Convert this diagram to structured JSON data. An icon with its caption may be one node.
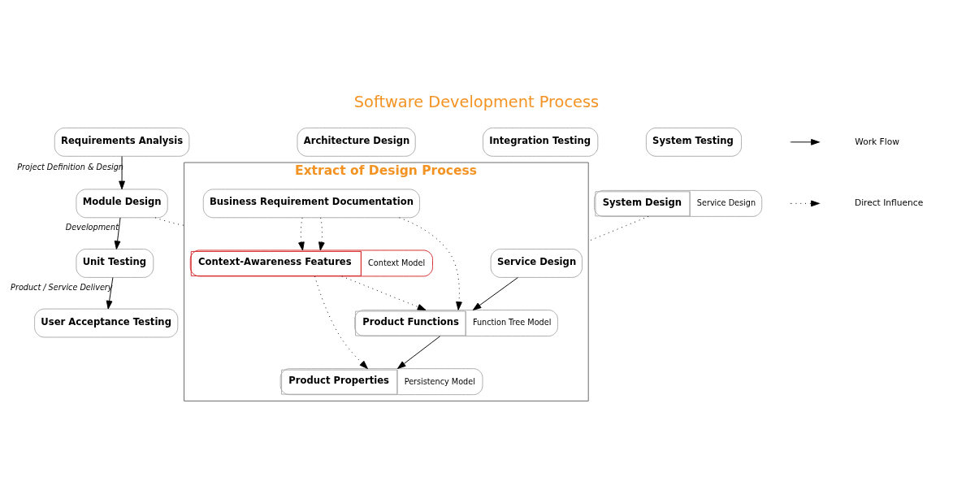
{
  "diagram": {
    "title": "Software Development Process",
    "nodes": [
      {
        "text": [
          "Requirements Analysis"
        ]
      },
      {
        "text": [
          "System Design",
          "Service Design"
        ]
      },
      {
        "text": [
          "Architecture Design"
        ]
      },
      {
        "text": [
          "Module Design"
        ]
      },
      {
        "text": [
          "Unit Testing"
        ]
      },
      {
        "text": [
          "Integration Testing"
        ]
      },
      {
        "text": [
          "System Testing"
        ]
      },
      {
        "text": [
          "User Acceptance Testing"
        ]
      },
      {
        "text": [
          "Extract of Design Process"
        ]
      },
      {
        "text": [
          "Service Design"
        ],
        "in": 8
      },
      {
        "text": [
          "Business Requirement Documentation"
        ],
        "in": 8
      },
      {
        "text": [
          "Context-Awareness Features",
          "Context Model"
        ],
        "in": 8
      },
      {
        "text": [
          "Product Functions",
          "Function Tree Model"
        ],
        "in": 8
      },
      {
        "text": [
          "Product Properties",
          "Persistency Model"
        ],
        "in": 8
      }
    ],
    "edges": [
      {
        "from": 0,
        "to": 3,
        "arrow": "to",
        "label": "Project Definition & Design"
      },
      {
        "from": 3,
        "to": 4,
        "arrow": "to",
        "label": "Development"
      },
      {
        "from": 4,
        "to": 7,
        "arrow": "to",
        "label": "Product / Service Delivery"
      },
      {
        "from": 1,
        "to": 8,
        "arrow": "none",
        "style": "dashed"
      },
      {
        "from": 3,
        "to": 8,
        "arrow": "none",
        "style": "dashed"
      },
      {
        "from": 9,
        "to": 12,
        "arrow": "to"
      },
      {
        "from": 10,
        "to": 12,
        "arrow": "to",
        "style": "dashed"
      },
      {
        "from": 10,
        "to": 11,
        "arrow": "to",
        "style": "dashed"
      },
      {
        "from": 10,
        "to": 11,
        "arrow": "to",
        "style": "dashed"
      },
      {
        "from": 11,
        "to": 12,
        "arrow": "to",
        "style": "dashed"
      },
      {
        "from": 11,
        "to": 13,
        "arrow": "to",
        "style": "dashed"
      },
      {
        "from": 12,
        "to": 13,
        "arrow": "to"
      }
    ],
    "legend": [
      {
        "text": "Work Flow"
      },
      {
        "text": "Direct Influence"
      }
    ]
  }
}
